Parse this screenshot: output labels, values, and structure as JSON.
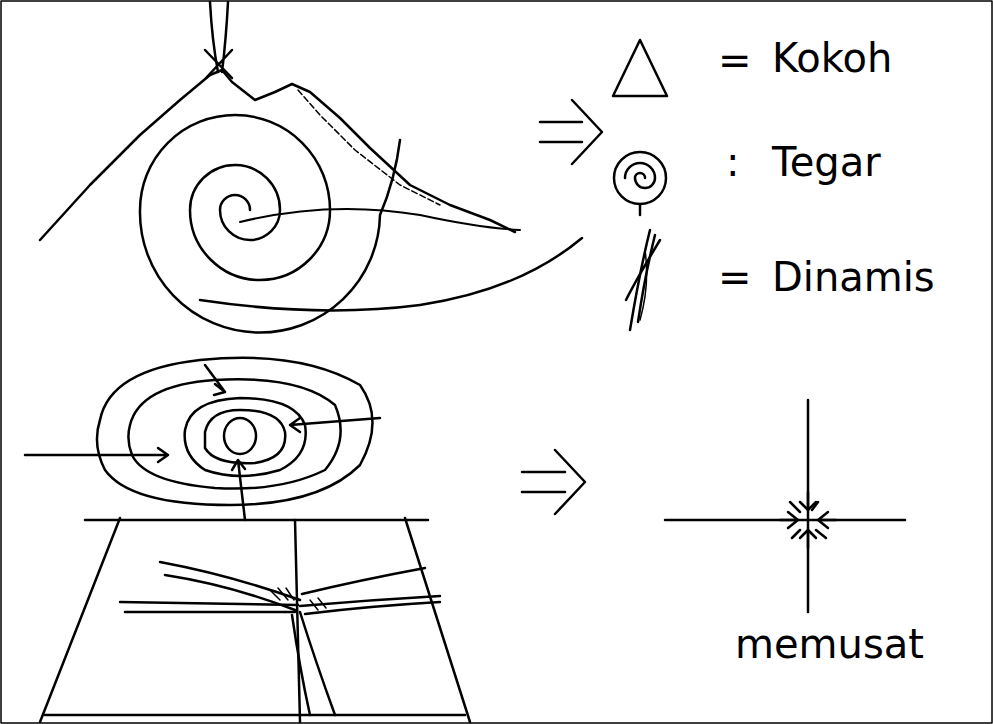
{
  "diagram": {
    "labels": [
      "=",
      ":",
      "=",
      "memusat"
    ],
    "legend": [
      {
        "text": "Kokoh"
      },
      {
        "text": "Tegar"
      },
      {
        "text": "Dinamis"
      }
    ]
  }
}
